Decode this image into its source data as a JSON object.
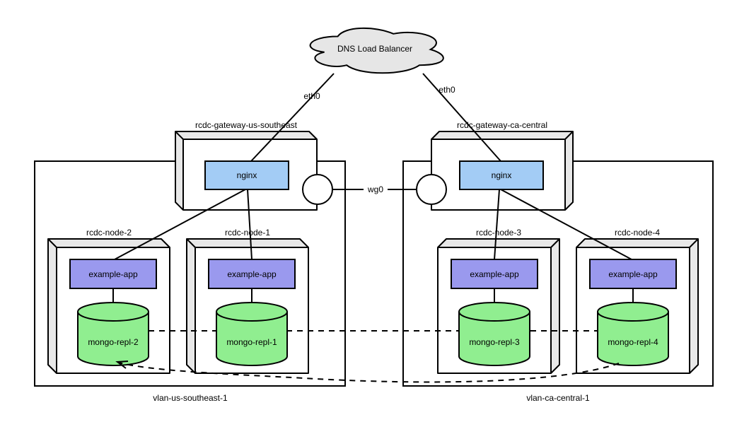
{
  "diagram": {
    "cloud": {
      "label": "DNS Load Balancer"
    },
    "links": {
      "eth0_left": "eth0",
      "eth0_right": "eth0",
      "wg0": "wg0"
    },
    "gateways": [
      {
        "name": "rcdc-gateway-us-southeast",
        "service": "nginx"
      },
      {
        "name": "rcdc-gateway-ca-central",
        "service": "nginx"
      }
    ],
    "vlans": [
      {
        "name": "vlan-us-southeast-1",
        "nodes": [
          {
            "name": "rcdc-node-2",
            "app": "example-app",
            "db": "mongo-repl-2"
          },
          {
            "name": "rcdc-node-1",
            "app": "example-app",
            "db": "mongo-repl-1"
          }
        ]
      },
      {
        "name": "vlan-ca-central-1",
        "nodes": [
          {
            "name": "rcdc-node-3",
            "app": "example-app",
            "db": "mongo-repl-3"
          },
          {
            "name": "rcdc-node-4",
            "app": "example-app",
            "db": "mongo-repl-4"
          }
        ]
      }
    ],
    "colors": {
      "service_blue": "#a3ccf5",
      "app_purple": "#9a99ee",
      "db_green": "#90ee90",
      "box_side_gray": "#e8e8e8",
      "cloud_gray": "#e6e6e6",
      "stroke": "#000000"
    }
  }
}
